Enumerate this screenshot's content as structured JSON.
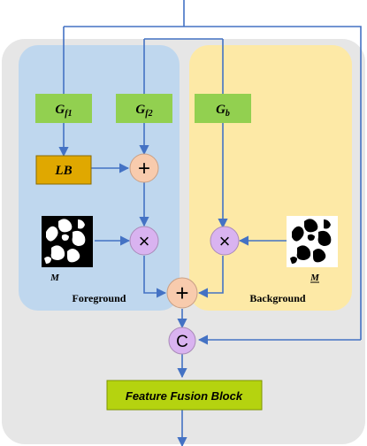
{
  "nodes": {
    "gf1": {
      "main": "G",
      "sub": "f1"
    },
    "gf2": {
      "main": "G",
      "sub": "f2"
    },
    "gb": {
      "main": "G",
      "sub": "b"
    },
    "lb": "LB",
    "add_top": "+",
    "mul_left": "×",
    "mul_right": "×",
    "add_bottom": "+",
    "concat": "C",
    "fusion": "Feature Fusion Block"
  },
  "labels": {
    "mask": "M",
    "mask_inverse": "M",
    "foreground": "Foreground",
    "background": "Background"
  },
  "colors": {
    "outer_panel": "#e6e6e6",
    "foreground_panel": "#bfd7ee",
    "background_panel": "#fde9a6",
    "g_box": "#92d050",
    "lb_box": "#e0a800",
    "add_node": "#f8cbad",
    "mul_node": "#d9b3f0",
    "fusion_box": "#b5d30f",
    "arrow": "#4472c4"
  }
}
